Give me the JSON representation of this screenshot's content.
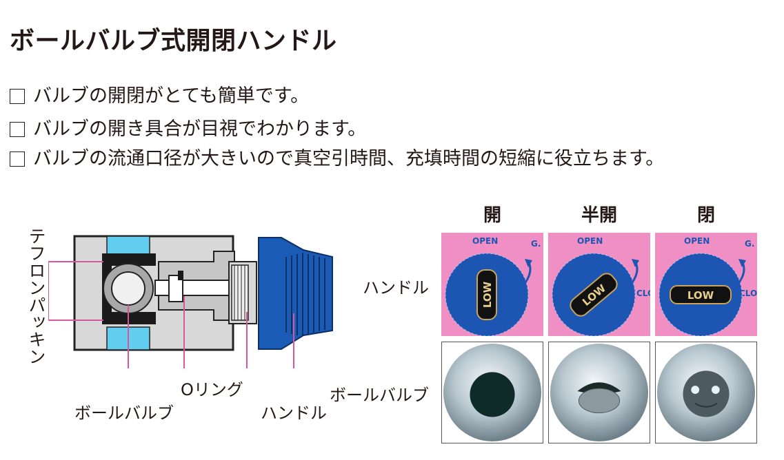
{
  "title": "ボールバルブ式開閉ハンドル",
  "features": [
    "バルブの開閉がとても簡単です。",
    "バルブの開き具合が目視でわかります。",
    "バルブの流通口径が大きいので真空引時間、充填時間の短縮に役立ちます。"
  ],
  "diagram": {
    "labels": {
      "teflon": "テフロンパッキン",
      "o_ring": "Oリング",
      "ball_valve": "ボールバルブ",
      "handle": "ハンドル"
    }
  },
  "states": {
    "columns": [
      "開",
      "半開",
      "閉"
    ],
    "row_labels": {
      "handle": "ハンドル",
      "ball_valve": "ボールバルブ"
    },
    "dial_text": {
      "open": "OPEN",
      "close_partial": "CLO",
      "corner": "G.",
      "knob": "LOW"
    }
  },
  "colors": {
    "pink": "#ef8fc3",
    "dial_blue": "#1d55b3",
    "fluid_cyan": "#63cdf0",
    "body_gray": "#d8d8d8",
    "handle_blue": "#1a5bb5",
    "leader_pink": "#d4589c"
  }
}
